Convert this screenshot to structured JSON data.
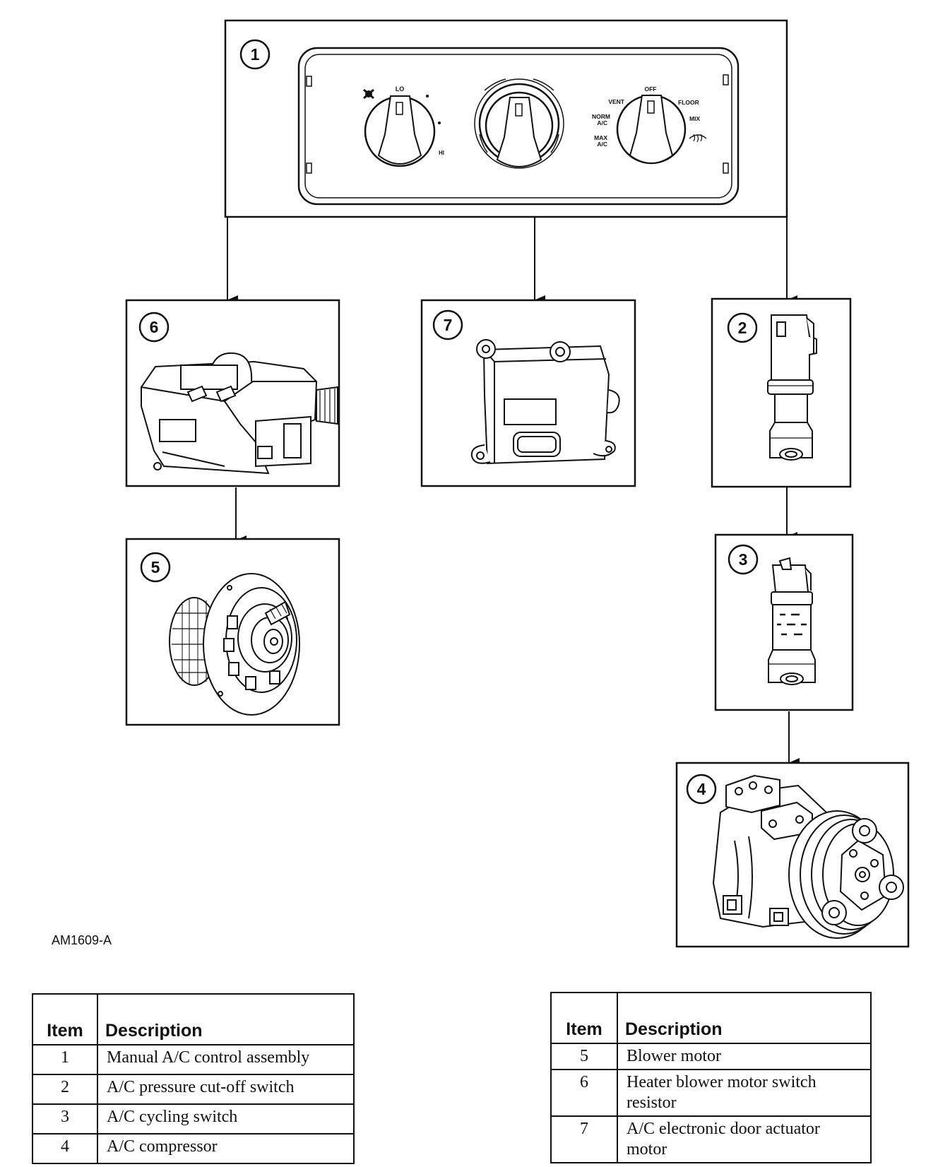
{
  "figure_code": "AM1609-A",
  "callouts": {
    "c1": "1",
    "c2": "2",
    "c3": "3",
    "c4": "4",
    "c5": "5",
    "c6": "6",
    "c7": "7"
  },
  "control_panel": {
    "blower_lo": "LO",
    "blower_hi": "HI",
    "mode_off": "OFF",
    "mode_vent": "VENT",
    "mode_floor": "FLOOR",
    "mode_norm_line1": "NORM",
    "mode_norm_line2": "A/C",
    "mode_mix": "MIX",
    "mode_max_line1": "MAX",
    "mode_max_line2": "A/C"
  },
  "legend_left": {
    "header_item": "Item",
    "header_description": "Description",
    "rows": [
      {
        "item": "1",
        "description": "Manual A/C control assembly"
      },
      {
        "item": "2",
        "description": "A/C pressure cut-off switch"
      },
      {
        "item": "3",
        "description": "A/C cycling switch"
      },
      {
        "item": "4",
        "description": "A/C compressor"
      }
    ]
  },
  "legend_right": {
    "header_item": "Item",
    "header_description": "Description",
    "rows": [
      {
        "item": "5",
        "description": "Blower motor"
      },
      {
        "item": "6",
        "description": "Heater blower motor switch resistor"
      },
      {
        "item": "7",
        "description": "A/C electronic door actuator motor"
      }
    ]
  }
}
